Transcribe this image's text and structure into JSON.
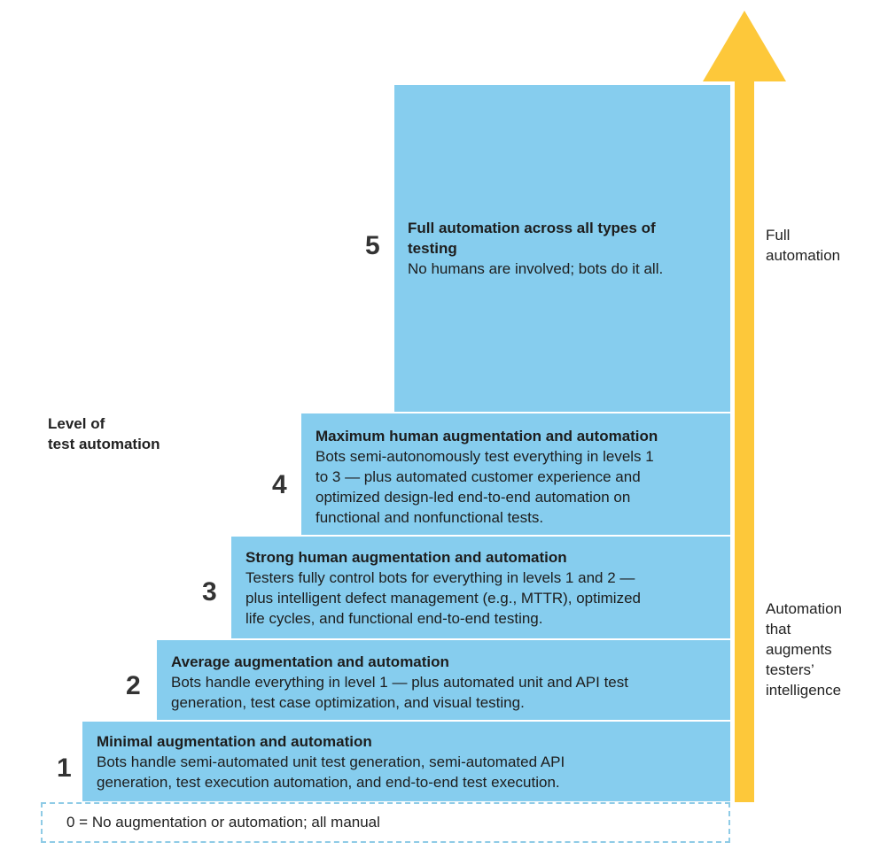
{
  "side_title": [
    "Level of",
    "test automation"
  ],
  "zero_level": "0 = No augmentation or automation; all manual",
  "levels": [
    {
      "number": "1",
      "title": "Minimal augmentation and automation",
      "description": [
        "Bots handle semi-automated unit test generation, semi-automated API",
        "generation, test execution automation, and end-to-end test execution."
      ]
    },
    {
      "number": "2",
      "title": "Average augmentation and automation",
      "description": [
        "Bots handle everything in level 1 — plus automated unit and API test",
        "generation, test case optimization, and visual testing."
      ]
    },
    {
      "number": "3",
      "title": "Strong human augmentation and automation",
      "description": [
        "Testers fully control bots for everything in levels 1 and 2 —",
        "plus intelligent defect management (e.g., MTTR), optimized",
        "life cycles, and functional end-to-end testing."
      ]
    },
    {
      "number": "4",
      "title": "Maximum human augmentation and automation",
      "description": [
        "Bots semi-autonomously test everything in levels 1",
        "to 3 — plus automated customer experience and",
        "optimized design-led end-to-end automation on",
        "functional and nonfunctional tests."
      ]
    },
    {
      "number": "5",
      "title": [
        "Full automation across all types of",
        "testing"
      ],
      "description": [
        "No humans are involved; bots do it all."
      ]
    }
  ],
  "arrow_labels": {
    "top": [
      "Full",
      "automation"
    ],
    "bottom": [
      "Automation",
      "that",
      "augments",
      "testers’",
      "intelligence"
    ]
  },
  "colors": {
    "step_fill": "#86cdee",
    "arrow": "#fdc83a",
    "dashed_border": "#8fcbe6"
  }
}
